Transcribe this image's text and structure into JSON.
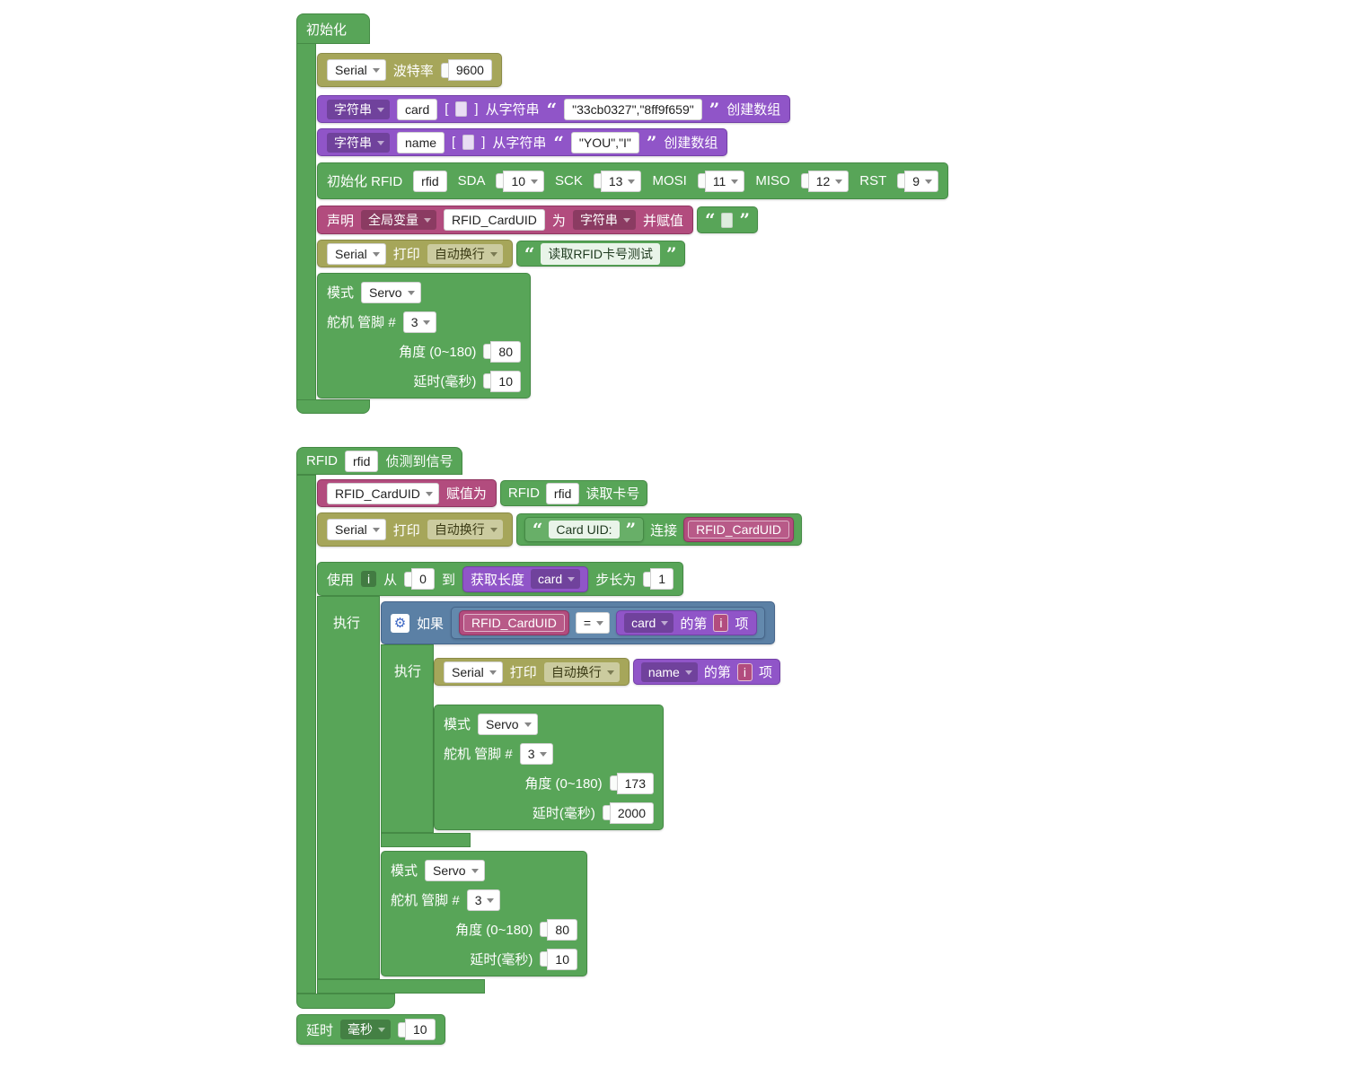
{
  "colors": {
    "block_green": "#58a558",
    "block_olive": "#a6a65a",
    "block_purple": "#9055c8",
    "block_magenta": "#b24c7e",
    "block_blue": "#5b80a5",
    "canvas": "#ffffff"
  },
  "ui": {
    "q_open": "“",
    "q_close": "”",
    "gear": "⚙"
  },
  "s1": {
    "hat": "初始化",
    "baud": {
      "serial": "Serial",
      "label": "波特率",
      "value": "9600"
    },
    "card": {
      "type": "字符串",
      "name": "card",
      "lb": "[",
      "rb": "]",
      "from": "从字符串",
      "value": "\"33cb0327\",\"8ff9f659\"",
      "suffix": "创建数组"
    },
    "name_arr": {
      "type": "字符串",
      "name": "name",
      "lb": "[",
      "rb": "]",
      "from": "从字符串",
      "value": "\"YOU\",\"I\"",
      "suffix": "创建数组"
    },
    "rfid": {
      "label": "初始化 RFID",
      "name": "rfid",
      "pins": [
        {
          "k": "SDA",
          "v": "10"
        },
        {
          "k": "SCK",
          "v": "13"
        },
        {
          "k": "MOSI",
          "v": "11"
        },
        {
          "k": "MISO",
          "v": "12"
        },
        {
          "k": "RST",
          "v": "9"
        }
      ]
    },
    "decl": {
      "label": "声明",
      "scope": "全局变量",
      "var": "RFID_CardUID",
      "as": "为",
      "type": "字符串",
      "assign": "并赋值"
    },
    "print": {
      "serial": "Serial",
      "print": "打印",
      "wrap": "自动换行",
      "value": "读取RFID卡号测试"
    },
    "servo": {
      "mode": "模式",
      "type": "Servo",
      "pin_label": "舵机 管脚 #",
      "pin": "3",
      "angle_label": "角度 (0~180)",
      "angle": "80",
      "delay_label": "延时(毫秒)",
      "delay": "10"
    }
  },
  "s2": {
    "hat": {
      "a": "RFID",
      "name": "rfid",
      "b": "侦测到信号"
    },
    "set": {
      "var": "RFID_CardUID",
      "label": "赋值为",
      "a": "RFID",
      "name": "rfid",
      "b": "读取卡号"
    },
    "print1": {
      "serial": "Serial",
      "print": "打印",
      "wrap": "自动换行",
      "str": "Card UID:",
      "join": "连接",
      "var": "RFID_CardUID"
    },
    "loop": {
      "use": "使用",
      "i": "i",
      "from": "从",
      "from_v": "0",
      "to": "到",
      "len": "获取长度",
      "arr": "card",
      "step": "步长为",
      "step_v": "1",
      "do": "执行"
    },
    "ifb": {
      "label": "如果",
      "var": "RFID_CardUID",
      "op": "=",
      "arr": "card",
      "nth": "的第",
      "i": "i",
      "item": "项",
      "do": "执行"
    },
    "print2": {
      "serial": "Serial",
      "print": "打印",
      "wrap": "自动换行",
      "arr": "name",
      "nth": "的第",
      "i": "i",
      "item": "项"
    },
    "servo1": {
      "mode": "模式",
      "type": "Servo",
      "pin_label": "舵机 管脚 #",
      "pin": "3",
      "angle_label": "角度 (0~180)",
      "angle": "173",
      "delay_label": "延时(毫秒)",
      "delay": "2000"
    },
    "servo2": {
      "mode": "模式",
      "type": "Servo",
      "pin_label": "舵机 管脚 #",
      "pin": "3",
      "angle_label": "角度 (0~180)",
      "angle": "80",
      "delay_label": "延时(毫秒)",
      "delay": "10"
    },
    "delay": {
      "label": "延时",
      "unit": "毫秒",
      "value": "10"
    }
  }
}
